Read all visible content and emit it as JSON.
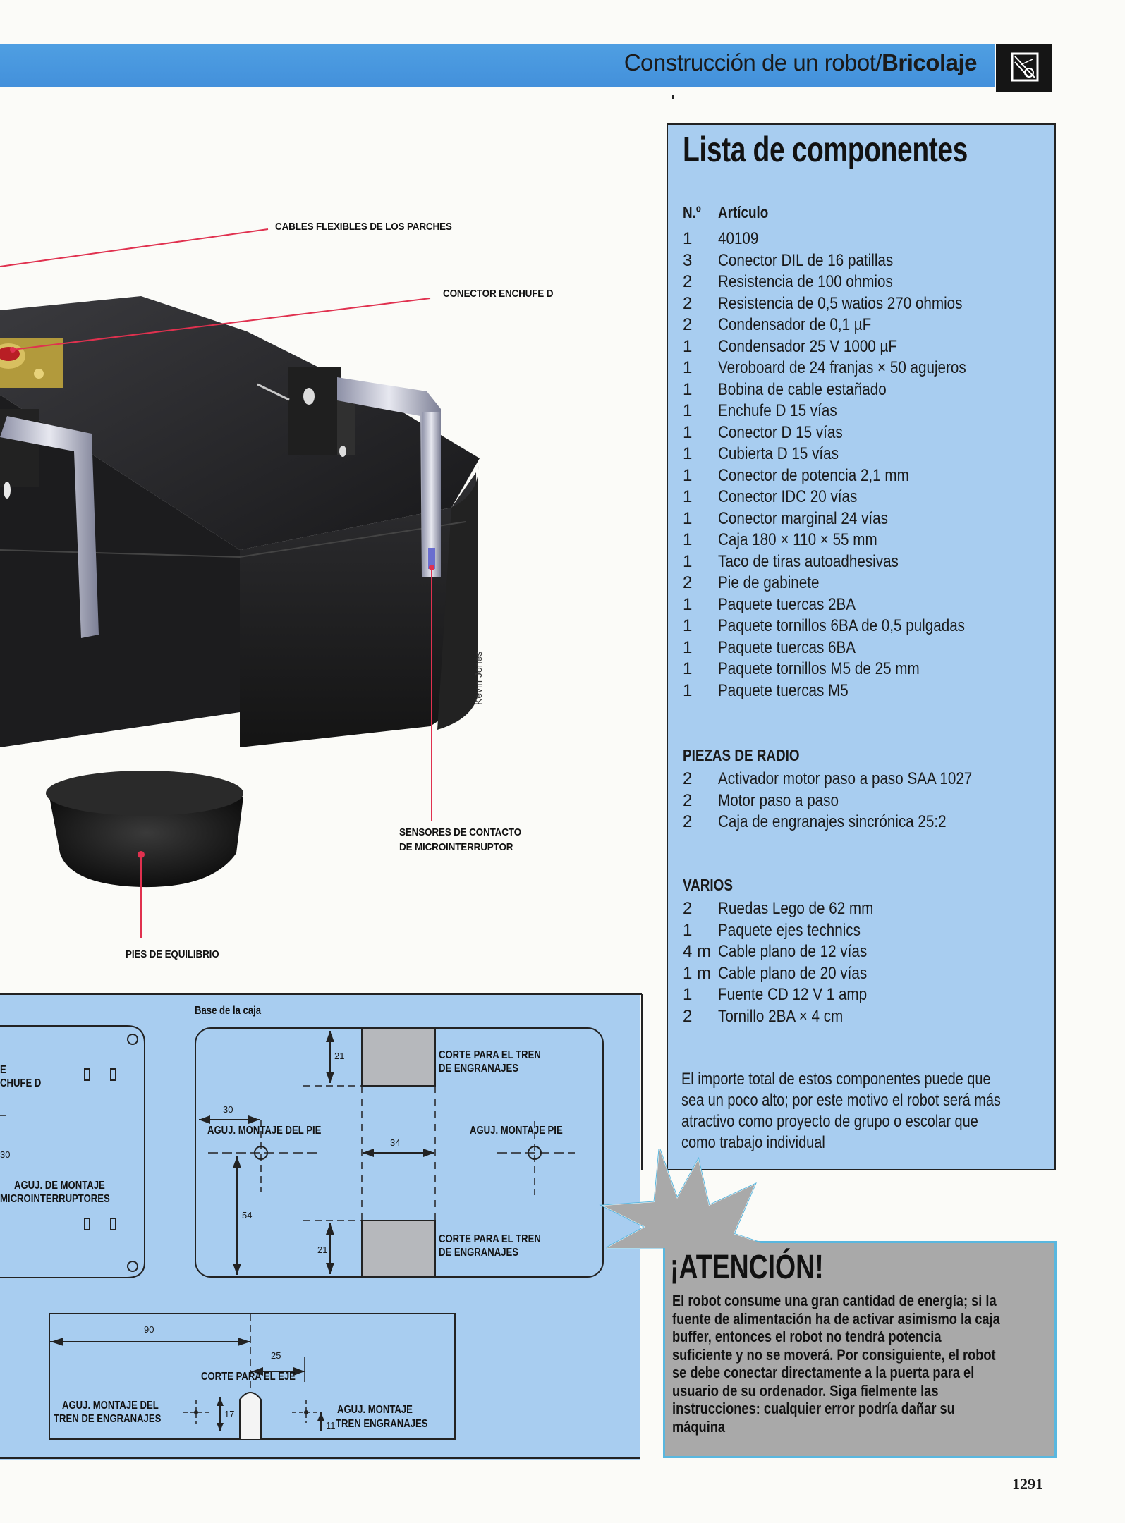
{
  "header": {
    "title_regular": "Construcción de un robot/",
    "title_bold": "Bricolaje"
  },
  "photo": {
    "labels": {
      "cables": "CABLES FLEXIBLES DE LOS PARCHES",
      "connector": "CONECTOR ENCHUFE D",
      "sensors_line1": "SENSORES DE CONTACTO",
      "sensors_line2": "DE MICROINTERRUPTOR",
      "feet": "PIES DE EQUILIBRIO"
    },
    "credit": "Kevin Jones"
  },
  "components": {
    "title": "Lista de componentes",
    "col_qty": "N.º",
    "col_item": "Artículo",
    "items": [
      {
        "qty": "1",
        "name": "40109"
      },
      {
        "qty": "3",
        "name": "Conector DIL de 16 patillas"
      },
      {
        "qty": "2",
        "name": "Resistencia de 100 ohmios"
      },
      {
        "qty": "2",
        "name": "Resistencia de 0,5 watios 270 ohmios"
      },
      {
        "qty": "2",
        "name": "Condensador de 0,1 µF"
      },
      {
        "qty": "1",
        "name": "Condensador 25 V 1000 µF"
      },
      {
        "qty": "1",
        "name": "Veroboard de 24 franjas × 50 agujeros"
      },
      {
        "qty": "1",
        "name": "Bobina de cable estañado"
      },
      {
        "qty": "1",
        "name": "Enchufe D 15 vías"
      },
      {
        "qty": "1",
        "name": "Conector D 15 vías"
      },
      {
        "qty": "1",
        "name": "Cubierta D 15 vías"
      },
      {
        "qty": "1",
        "name": "Conector de potencia 2,1 mm"
      },
      {
        "qty": "1",
        "name": "Conector IDC 20 vías"
      },
      {
        "qty": "1",
        "name": "Conector marginal 24 vías"
      },
      {
        "qty": "1",
        "name": "Caja 180 × 110 × 55 mm"
      },
      {
        "qty": "1",
        "name": "Taco de tiras autoadhesivas"
      },
      {
        "qty": "2",
        "name": "Pie de gabinete"
      },
      {
        "qty": "1",
        "name": "Paquete tuercas 2BA"
      },
      {
        "qty": "1",
        "name": "Paquete tornillos 6BA de 0,5 pulgadas"
      },
      {
        "qty": "1",
        "name": "Paquete tuercas 6BA"
      },
      {
        "qty": "1",
        "name": "Paquete tornillos M5 de 25 mm"
      },
      {
        "qty": "1",
        "name": "Paquete tuercas M5"
      }
    ],
    "radio_title": "PIEZAS DE RADIO",
    "radio_items": [
      {
        "qty": "2",
        "name": "Activador motor paso a paso SAA 1027"
      },
      {
        "qty": "2",
        "name": "Motor paso a paso"
      },
      {
        "qty": "2",
        "name": "Caja de engranajes sincrónica 25:2"
      }
    ],
    "misc_title": "VARIOS",
    "misc_items": [
      {
        "qty": "2",
        "name": "Ruedas Lego de 62 mm"
      },
      {
        "qty": "1",
        "name": "Paquete ejes technics"
      },
      {
        "qty": "4 m",
        "name": "Cable plano de 12 vías"
      },
      {
        "qty": "1 m",
        "name": "Cable plano de 20 vías"
      },
      {
        "qty": "1",
        "name": "Fuente CD 12 V 1 amp"
      },
      {
        "qty": "2",
        "name": "Tornillo 2BA × 4 cm"
      }
    ],
    "note": "El importe total de estos componentes puede que sea un poco alto; por este motivo el robot será más atractivo como proyecto de grupo o escolar que como trabajo individual"
  },
  "drawings": {
    "left_panel": {
      "label_top_1": "E",
      "label_top_2": "CHUFE D",
      "dim_30": "30",
      "label_micro_1": "AGUJ. DE MONTAJE",
      "label_micro_2": "MICROINTERRUPTORES"
    },
    "base": {
      "title": "Base de la caja",
      "dim_21_top": "21",
      "cut_top_1": "CORTE PARA EL TREN",
      "cut_top_2": "DE ENGRANAJES",
      "dim_30": "30",
      "foot_left": "AGUJ. MONTAJE DEL PIE",
      "dim_34": "34",
      "foot_right": "AGUJ. MONTAJE PIE",
      "dim_54": "54",
      "dim_21_bottom": "21",
      "cut_bottom_1": "CORTE PARA EL TREN",
      "cut_bottom_2": "DE ENGRANAJES"
    },
    "lower": {
      "dim_90": "90",
      "dim_25": "25",
      "cut_axle": "CORTE PARA EL EJE",
      "gear_left_1": "AGUJ. MONTAJE DEL",
      "gear_left_2": "TREN DE ENGRANAJES",
      "dim_17": "17",
      "dim_11": "11",
      "gear_right_1": "AGUJ. MONTAJE",
      "gear_right_2": "TREN ENGRANAJES"
    }
  },
  "warning": {
    "title": "¡ATENCIÓN!",
    "text": "El robot consume una gran cantidad de energía; si la fuente de alimentación ha de activar asimismo la caja buffer, entonces el robot no tendrá potencia suficiente y no se moverá. Por consiguiente, el robot se debe conectar directamente a la puerta para el usuario de su ordenador. Siga fielmente las instrucciones: cualquier error podría dañar su máquina"
  },
  "page_number": "1291",
  "colors": {
    "header_blue": "#4a98de",
    "panel_blue": "#a8cdf0",
    "callout_red": "#e0314f",
    "warning_gray": "#a9a9a9",
    "warning_border": "#59b7df"
  }
}
